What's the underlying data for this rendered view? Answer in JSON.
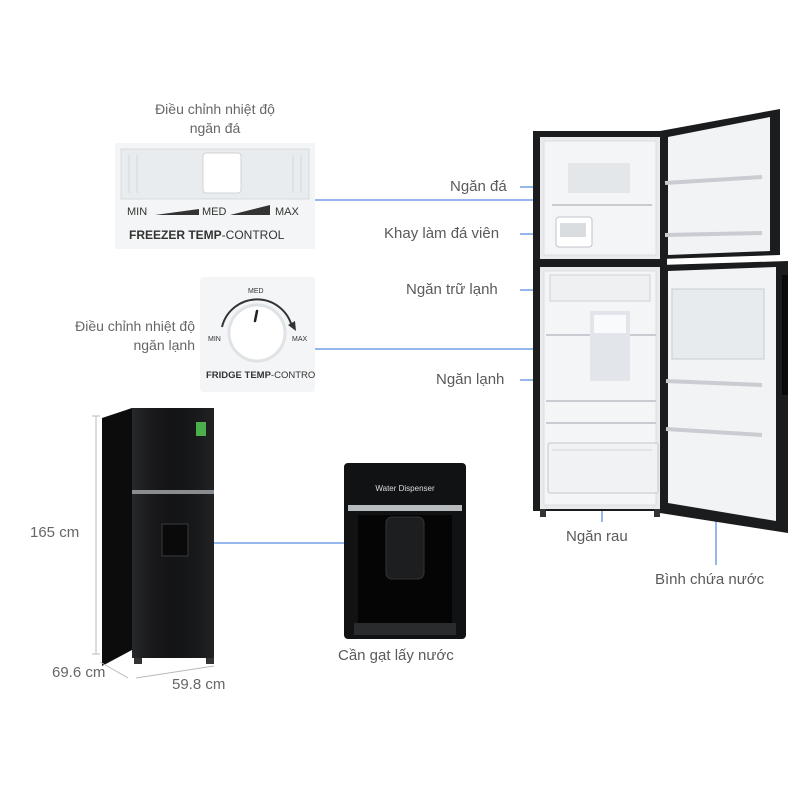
{
  "freezer_panel": {
    "caption": "Điều chỉnh nhiệt độ\nngăn đá",
    "min": "MIN",
    "med": "MED",
    "max": "MAX",
    "title_bold": "FREEZER TEMP",
    "title_rest": "-CONTROL"
  },
  "fridge_panel": {
    "caption": "Điều chỉnh nhiệt độ\nngăn lạnh",
    "med": "MED",
    "min": "MIN",
    "max": "MAX",
    "title_bold": "FRIDGE TEMP",
    "title_rest": "-CONTROL"
  },
  "callouts": {
    "freezer_compartment": "Ngăn đá",
    "ice_tray": "Khay làm đá viên",
    "chiller": "Ngăn trữ lạnh",
    "fridge_compartment": "Ngăn lạnh",
    "vegetable_drawer": "Ngăn rau",
    "water_tank": "Bình chứa nước",
    "dispenser_lever": "Cần gạt lấy nước"
  },
  "dispenser_panel": {
    "title": "Water Dispenser"
  },
  "dimensions": {
    "height": "165 cm",
    "depth": "69.6 cm",
    "width": "59.8 cm"
  },
  "colors": {
    "callout_blue": "#2a6fdb",
    "fridge_black": "#111111"
  }
}
